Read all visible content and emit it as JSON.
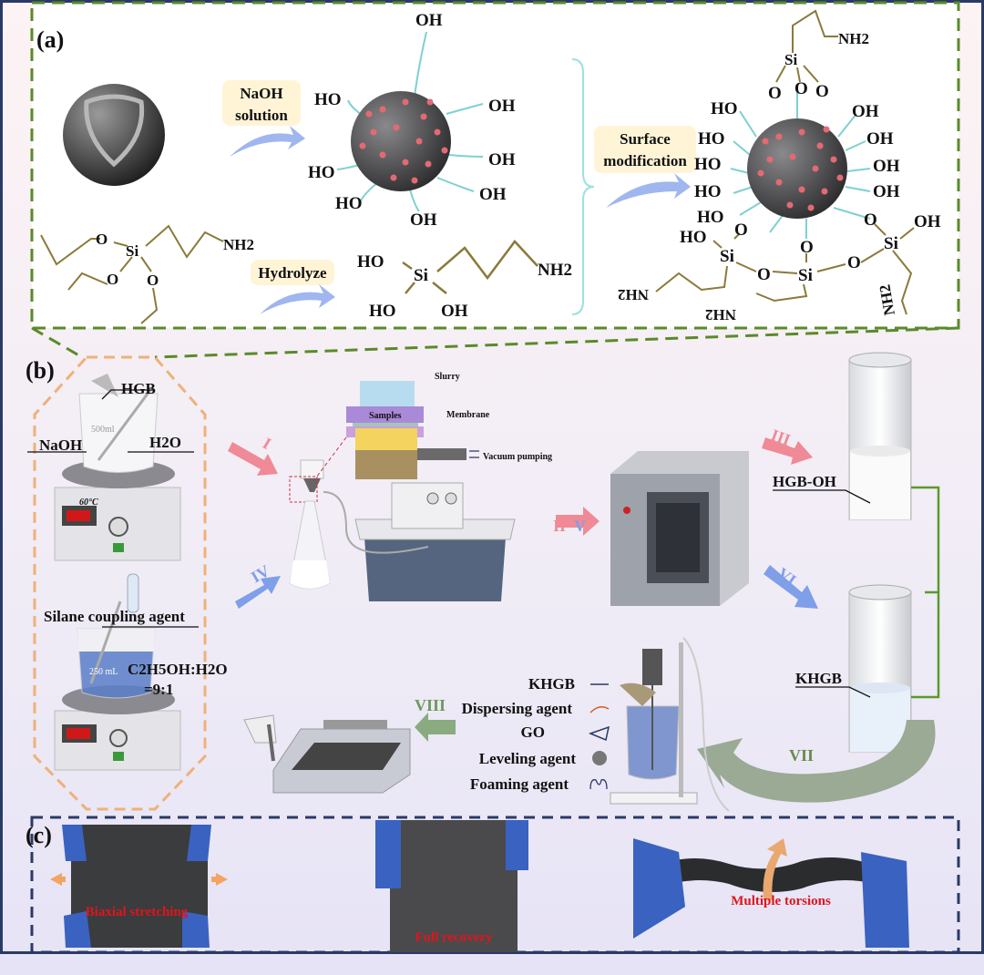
{
  "panel_a": {
    "label": "(a)",
    "naoh_solution": [
      "NaOH",
      "solution"
    ],
    "hydrolyze": "Hydrolyze",
    "surface_modification": [
      "Surface",
      "modification"
    ],
    "hydroxylated_sphere_groups": [
      "OH",
      "HO",
      "OH",
      "HO",
      "OH",
      "HO",
      "OH",
      "OH"
    ],
    "silane": {
      "o1": "O",
      "si": "Si",
      "o2": "O",
      "o3": "O",
      "nh2": "NH2"
    },
    "hydrolyzed_silane": {
      "ho1": "HO",
      "si": "Si",
      "nh2": "NH2",
      "ho2": "HO",
      "oh": "OH"
    },
    "modified_sphere_groups": [
      "HO",
      "OH",
      "HO",
      "OH",
      "HO",
      "OH",
      "HO",
      "OH",
      "HO",
      "OH"
    ],
    "modified_top": {
      "nh2": "NH2",
      "si": "Si",
      "o1": "O",
      "o2": "O",
      "o3": "O"
    },
    "modified_bottom": {
      "ho": "HO",
      "si1": "Si",
      "o1": "O",
      "o2": "O",
      "si2": "Si",
      "o3": "O",
      "o4": "O",
      "si3": "Si",
      "o5": "O",
      "oh": "OH",
      "nh2_1": "NH2",
      "nh2_2": "NH2",
      "nh2_3": "NH2"
    }
  },
  "panel_b": {
    "label": "(b)",
    "hgb": "HGB",
    "naoh": "NaOH",
    "h2o": "H2O",
    "beaker_volume": "500ml",
    "temperature": "60°C",
    "silane_coupling_agent": "Silane coupling agent",
    "solvent_ratio": [
      "C2H5OH:H2O",
      "=9:1"
    ],
    "beaker2_volume": "250 mL",
    "slurry": "Slurry",
    "samples": "Samples",
    "membrane": "Membrane",
    "vacuum_pumping": "Vacuum pumping",
    "steps": {
      "i": "I",
      "iv": "IV",
      "ii_v": [
        "II",
        "V"
      ],
      "iii": "III",
      "vi": "VI",
      "vii": "VII",
      "viii": "VIII"
    },
    "hgb_oh": "HGB-OH",
    "khgb_cylinder": "KHGB",
    "legend": [
      "KHGB",
      "Dispersing agent",
      "GO",
      "Leveling agent",
      "Foaming agent"
    ]
  },
  "panel_c": {
    "label": "(c)",
    "captions": [
      "Biaxial stretching",
      "Full recovery",
      "Multiple torsions"
    ]
  },
  "colors": {
    "panel_a_border": "#5a8a2a",
    "panel_b_hexagon": "#f0b07a",
    "panel_c_border": "#2a3a66",
    "arrow_blue": "#7f9fe8",
    "arrow_pink": "#ef8a96",
    "arrow_green": "#8aaa80",
    "caption_red": "#e0141e"
  }
}
